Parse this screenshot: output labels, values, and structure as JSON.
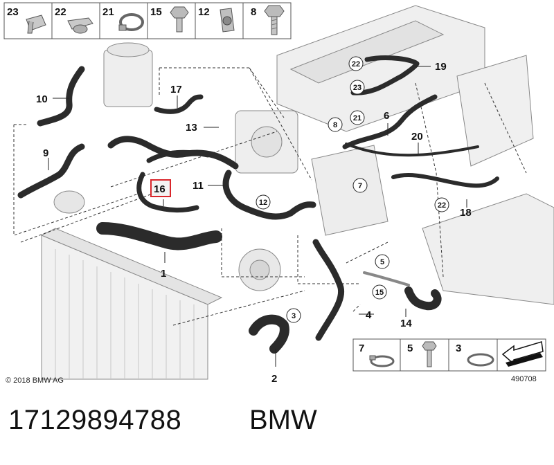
{
  "toolbar_parts": [
    {
      "num": "23",
      "icon": "clip-icon"
    },
    {
      "num": "22",
      "icon": "hose-clip-icon"
    },
    {
      "num": "21",
      "icon": "hose-clamp-icon"
    },
    {
      "num": "15",
      "icon": "hex-screw-icon"
    },
    {
      "num": "12",
      "icon": "bracket-clip-icon"
    },
    {
      "num": "8",
      "icon": "hex-bolt-icon"
    }
  ],
  "legend_parts": [
    {
      "num": "7",
      "icon": "clamp-icon"
    },
    {
      "num": "5",
      "icon": "screw-icon"
    },
    {
      "num": "3",
      "icon": "clamp-ring-icon"
    },
    {
      "num": "",
      "icon": "arrow-icon"
    }
  ],
  "callouts": {
    "c1": "1",
    "c2": "2",
    "c4": "4",
    "c6": "6",
    "c9": "9",
    "c10": "10",
    "c11": "11",
    "c13": "13",
    "c14": "14",
    "c16": "16",
    "c17": "17",
    "c18": "18",
    "c19": "19",
    "c20": "20"
  },
  "circled": {
    "r3": "3",
    "r5": "5",
    "r7": "7",
    "r8": "8",
    "r12": "12",
    "r15": "15",
    "r21": "21",
    "r22a": "22",
    "r22b": "22",
    "r23": "23"
  },
  "copyright": "© 2018 BMW AG",
  "diagram_id": "490708",
  "part_number": "17129894788",
  "brand": "BMW",
  "colors": {
    "highlight": "#d9262b",
    "hose": "#2b2b2b"
  }
}
